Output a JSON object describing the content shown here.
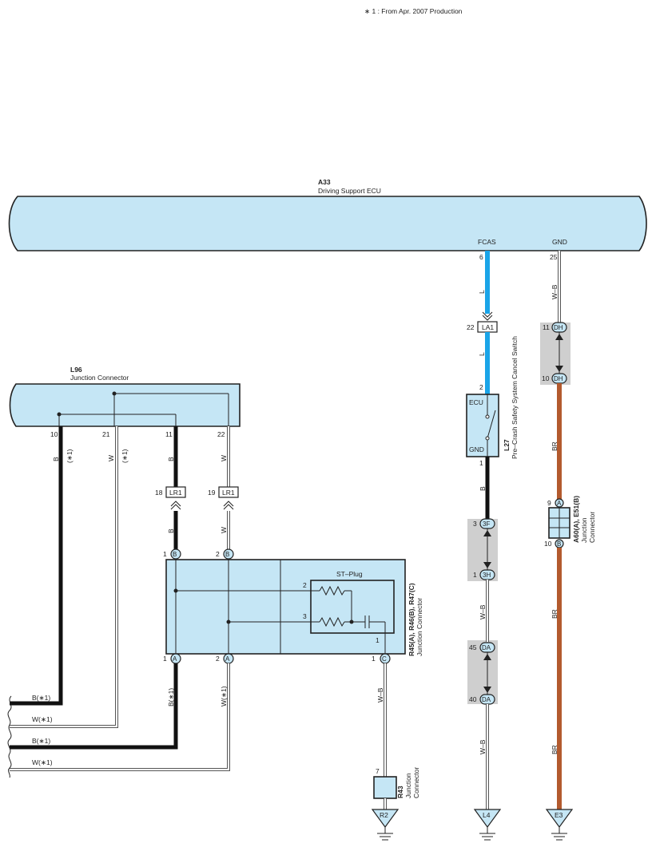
{
  "note": "∗ 1 : From Apr.  2007 Production",
  "ecu_a33": {
    "code": "A33",
    "name": "Driving Support ECU",
    "pin_fcas": "FCAS",
    "pin_gnd": "GND",
    "pin_fcas_no": "6",
    "pin_gnd_no": "25"
  },
  "l96": {
    "code": "L96",
    "name": "Junction Connector",
    "pins": [
      "10",
      "21",
      "11",
      "22"
    ]
  },
  "wire_labels": {
    "B": "B",
    "W": "W",
    "L": "L",
    "WB": "W–B",
    "BR": "BR",
    "star1": "(∗1)",
    "B_star1": "B(∗1)",
    "W_star1": "W(∗1)"
  },
  "connectors": {
    "LA1": {
      "label": "LA1",
      "pin": "22"
    },
    "LR1_a": {
      "label": "LR1",
      "pin": "18"
    },
    "LR1_b": {
      "label": "LR1",
      "pin": "19"
    },
    "DH_top": {
      "label": "DH",
      "pin": "11"
    },
    "DH_bot": {
      "label": "DH",
      "pin": "10"
    },
    "F3": {
      "label": "3F",
      "pin": "3"
    },
    "H3": {
      "label": "3H",
      "pin": "1"
    },
    "DA_top": {
      "label": "DA",
      "pin": "45"
    },
    "DA_bot": {
      "label": "DA",
      "pin": "40"
    }
  },
  "l27": {
    "code": "L27",
    "name": "Pre–Crash Safety System Cancel Switch",
    "ecu": "ECU",
    "gnd": "GND",
    "pin_top": "2",
    "pin_bot": "1"
  },
  "a60": {
    "code": "A60(A), E51(B)",
    "name1": "Junction",
    "name2": "Connector",
    "pin_a_no": "9",
    "pin_a": "A",
    "pin_b_no": "10",
    "pin_b": "B"
  },
  "r45": {
    "code": "R45(A), R46(B), R47(C)",
    "name": "Junction Connector",
    "top_pins": [
      {
        "no": "1",
        "letter": "B"
      },
      {
        "no": "2",
        "letter": "B"
      }
    ],
    "bot_pins": [
      {
        "no": "1",
        "letter": "A"
      },
      {
        "no": "2",
        "letter": "A"
      },
      {
        "no": "1",
        "letter": "C"
      }
    ],
    "stplug": "ST–Plug",
    "stplug_pins": [
      "2",
      "3",
      "1"
    ]
  },
  "r43": {
    "code": "R43",
    "name1": "Junction",
    "name2": "Connector",
    "pin": "7"
  },
  "grounds": [
    "R2",
    "L4",
    "E3"
  ]
}
